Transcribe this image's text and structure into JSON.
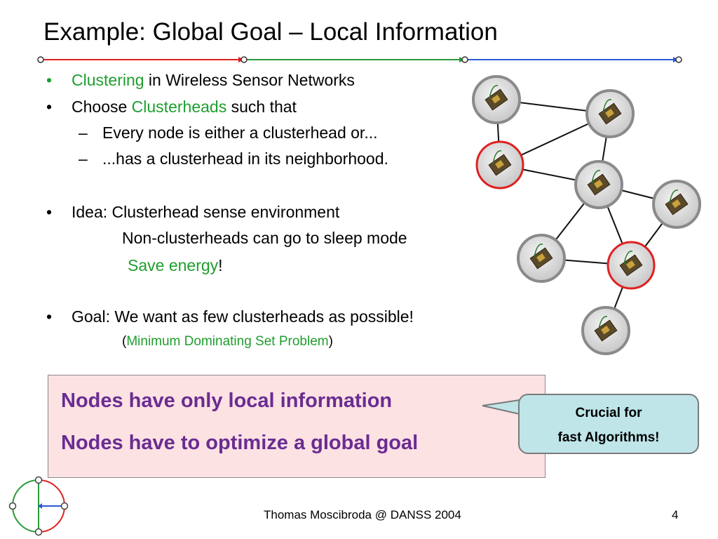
{
  "slide": {
    "title": "Example: Global Goal – Local Information",
    "footer": "Thomas Moscibroda @ DANSS 2004",
    "page_number": "4"
  },
  "bullets": {
    "b1": {
      "bullet": "•",
      "highlight": "Clustering",
      "rest": " in Wireless Sensor Networks"
    },
    "b2": {
      "bullet": "•",
      "pre": "Choose ",
      "highlight": "Clusterheads",
      "rest": " such that"
    },
    "b2a": {
      "dash": "–",
      "text": "Every node is either a clusterhead or..."
    },
    "b2b": {
      "dash": "–",
      "text": "...has a clusterhead in its neighborhood."
    },
    "b3": {
      "bullet": "•",
      "text": "Idea: Clusterhead sense environment"
    },
    "b3_line2": "Non-clusterheads can go to sleep mode",
    "b3_line3": {
      "arrow": "",
      "highlight": "Save energy",
      "rest": "!"
    },
    "b4": {
      "bullet": "•",
      "text": "Goal: We want as few clusterheads as possible!"
    },
    "b4_sub": {
      "open": "(",
      "highlight": "Minimum Dominating Set Problem",
      "close": ")"
    }
  },
  "callout": {
    "arrow": "",
    "line1": "Nodes have only local information",
    "line2": "Nodes have to optimize a global goal"
  },
  "bubble": {
    "line1": "Crucial for",
    "line2": "fast Algorithms!"
  },
  "colors": {
    "highlight_green": "#1f9e2e",
    "callout_text_purple": "#6a2c91",
    "clusterhead_ring": "#e02020",
    "node_ring": "#8a8a8a",
    "divider_red": "#e02020",
    "divider_green": "#2a9a3a",
    "divider_blue": "#2a5ad0"
  },
  "graph": {
    "nodes": [
      {
        "id": "n1",
        "clusterhead": false
      },
      {
        "id": "n2",
        "clusterhead": false
      },
      {
        "id": "n3",
        "clusterhead": true
      },
      {
        "id": "n4",
        "clusterhead": false
      },
      {
        "id": "n5",
        "clusterhead": false
      },
      {
        "id": "n6",
        "clusterhead": false
      },
      {
        "id": "n7",
        "clusterhead": true
      },
      {
        "id": "n8",
        "clusterhead": false
      }
    ],
    "edges": [
      [
        "n1",
        "n2"
      ],
      [
        "n1",
        "n3"
      ],
      [
        "n2",
        "n3"
      ],
      [
        "n2",
        "n4"
      ],
      [
        "n3",
        "n4"
      ],
      [
        "n4",
        "n5"
      ],
      [
        "n4",
        "n6"
      ],
      [
        "n4",
        "n7"
      ],
      [
        "n5",
        "n7"
      ],
      [
        "n6",
        "n7"
      ],
      [
        "n7",
        "n8"
      ]
    ]
  }
}
